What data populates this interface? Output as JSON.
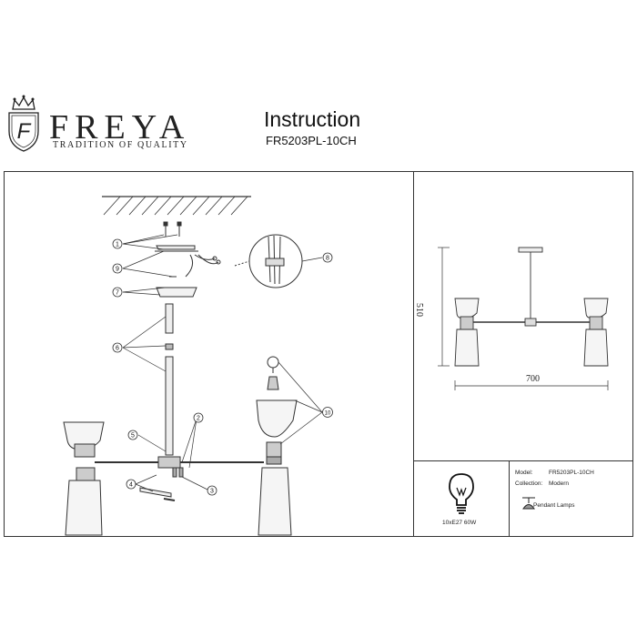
{
  "brand": {
    "name": "FREYA",
    "tagline": "TRADITION OF QUALITY",
    "emblem_letter": "F"
  },
  "document": {
    "title": "Instruction",
    "model_code": "FR5203PL-10CH"
  },
  "callouts": [
    "1",
    "2",
    "3",
    "4",
    "5",
    "6",
    "7",
    "8",
    "9",
    "10"
  ],
  "dimensions": {
    "width": "700",
    "height": "510"
  },
  "bulb": {
    "label": "10xE27 60W"
  },
  "specs": {
    "model_label": "Model:",
    "model_value": "FR5203PL-10CH",
    "collection_label": "Collection:",
    "collection_value": "Modern",
    "type_label": "Pendant Lamps"
  },
  "colors": {
    "line": "#333333",
    "chrome": "#9a9a9a",
    "glass": "#f2f2f2"
  }
}
